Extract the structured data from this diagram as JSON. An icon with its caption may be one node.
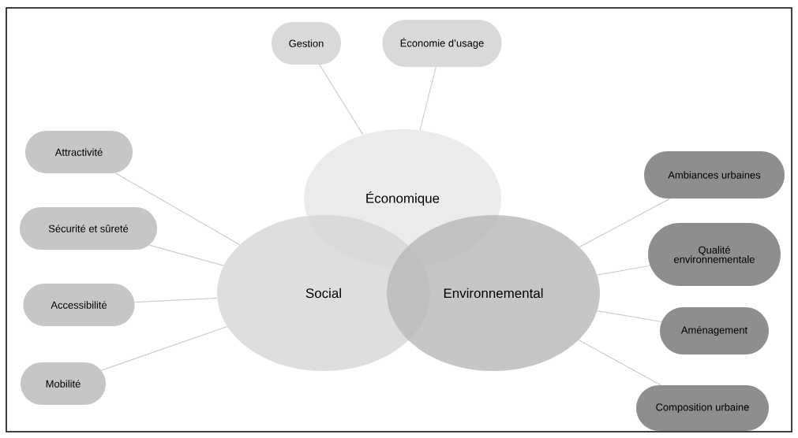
{
  "diagram": {
    "nodes": [
      {
        "text": [
          "Économique"
        ]
      },
      {
        "text": [
          "Social"
        ]
      },
      {
        "text": [
          "Environnemental"
        ]
      },
      {
        "text": [
          "Gestion"
        ]
      },
      {
        "text": [
          "Économie d’usage"
        ]
      },
      {
        "text": [
          "Attractivité"
        ]
      },
      {
        "text": [
          "Sécurité et sûreté"
        ]
      },
      {
        "text": [
          "Accessibilité"
        ]
      },
      {
        "text": [
          "Mobilité"
        ]
      },
      {
        "text": [
          "Ambiances urbaines"
        ]
      },
      {
        "text": [
          "Qualité environnementale"
        ]
      },
      {
        "text": [
          "Aménagement"
        ]
      },
      {
        "text": [
          "Composition urbaine"
        ]
      }
    ],
    "edges": [
      {
        "from": 3,
        "to": 0,
        "arrow": "none"
      },
      {
        "from": 4,
        "to": 0,
        "arrow": "none"
      },
      {
        "from": 5,
        "to": 1,
        "arrow": "none"
      },
      {
        "from": 6,
        "to": 1,
        "arrow": "none"
      },
      {
        "from": 7,
        "to": 1,
        "arrow": "none"
      },
      {
        "from": 8,
        "to": 1,
        "arrow": "none"
      },
      {
        "from": 9,
        "to": 2,
        "arrow": "none"
      },
      {
        "from": 10,
        "to": 2,
        "arrow": "none"
      },
      {
        "from": 11,
        "to": 2,
        "arrow": "none"
      },
      {
        "from": 12,
        "to": 2,
        "arrow": "none"
      }
    ]
  }
}
